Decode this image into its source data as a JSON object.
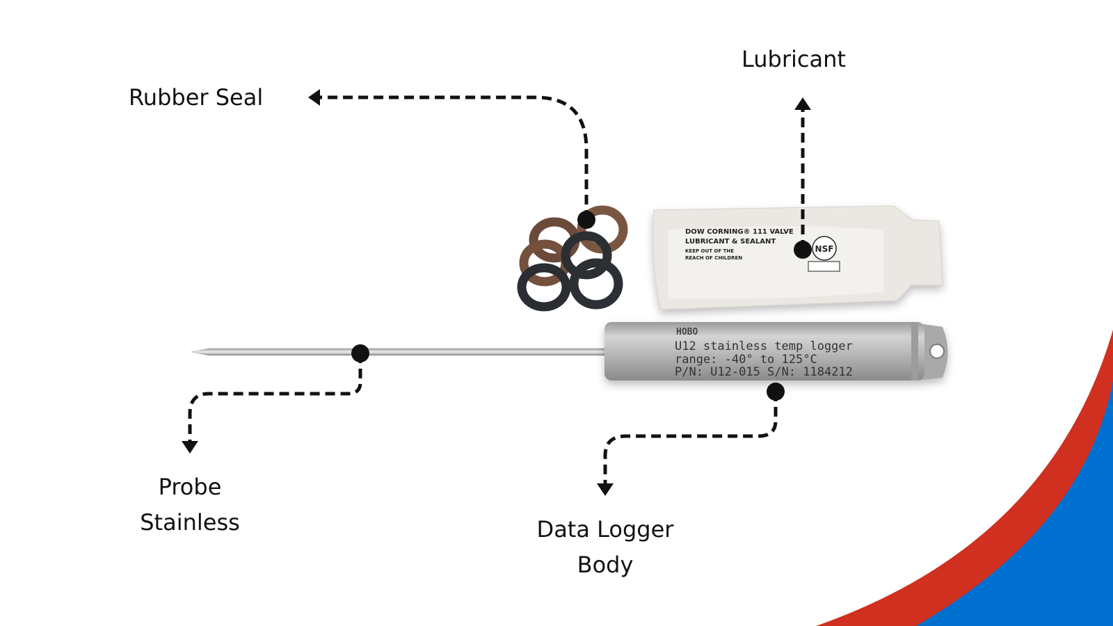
{
  "labels": {
    "rubber_seal": "Rubber Seal",
    "lubricant": "Lubricant",
    "probe": [
      "Probe",
      "Stainless"
    ],
    "body": [
      "Data Logger",
      "Body"
    ]
  },
  "product_text": {
    "packet": [
      "DOW CORNING® 111 VALVE",
      "LUBRICANT & SEALANT",
      "KEEP OUT OF THE",
      "REACH OF CHILDREN"
    ],
    "packet_badge": "NSF",
    "logger_brand": "HOBO",
    "logger": [
      "U12 stainless temp logger",
      "range: -40° to 125°C",
      "P/N: U12-015  S/N: 1184212"
    ]
  },
  "colors": {
    "accent_red": "#d0301f",
    "accent_blue": "#0070d0",
    "line": "#111111"
  }
}
